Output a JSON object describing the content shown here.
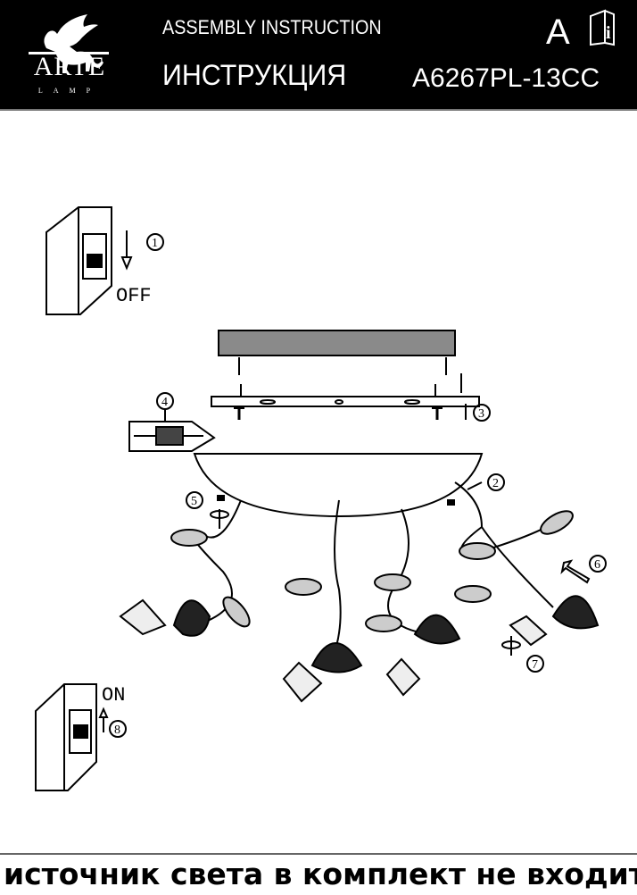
{
  "header": {
    "brand": "ARTE",
    "brand_sub": "LAMP",
    "title_en": "ASSEMBLY INSTRUCTION",
    "title_ru": "ИНСТРУКЦИЯ",
    "language": "A",
    "model": "A6267PL-13CC"
  },
  "diagram": {
    "switch_off_label": "OFF",
    "switch_on_label": "ON",
    "steps": [
      "1",
      "2",
      "3",
      "4",
      "5",
      "6",
      "7",
      "8"
    ]
  },
  "footer": {
    "note": "источник света в комплект не входит"
  }
}
